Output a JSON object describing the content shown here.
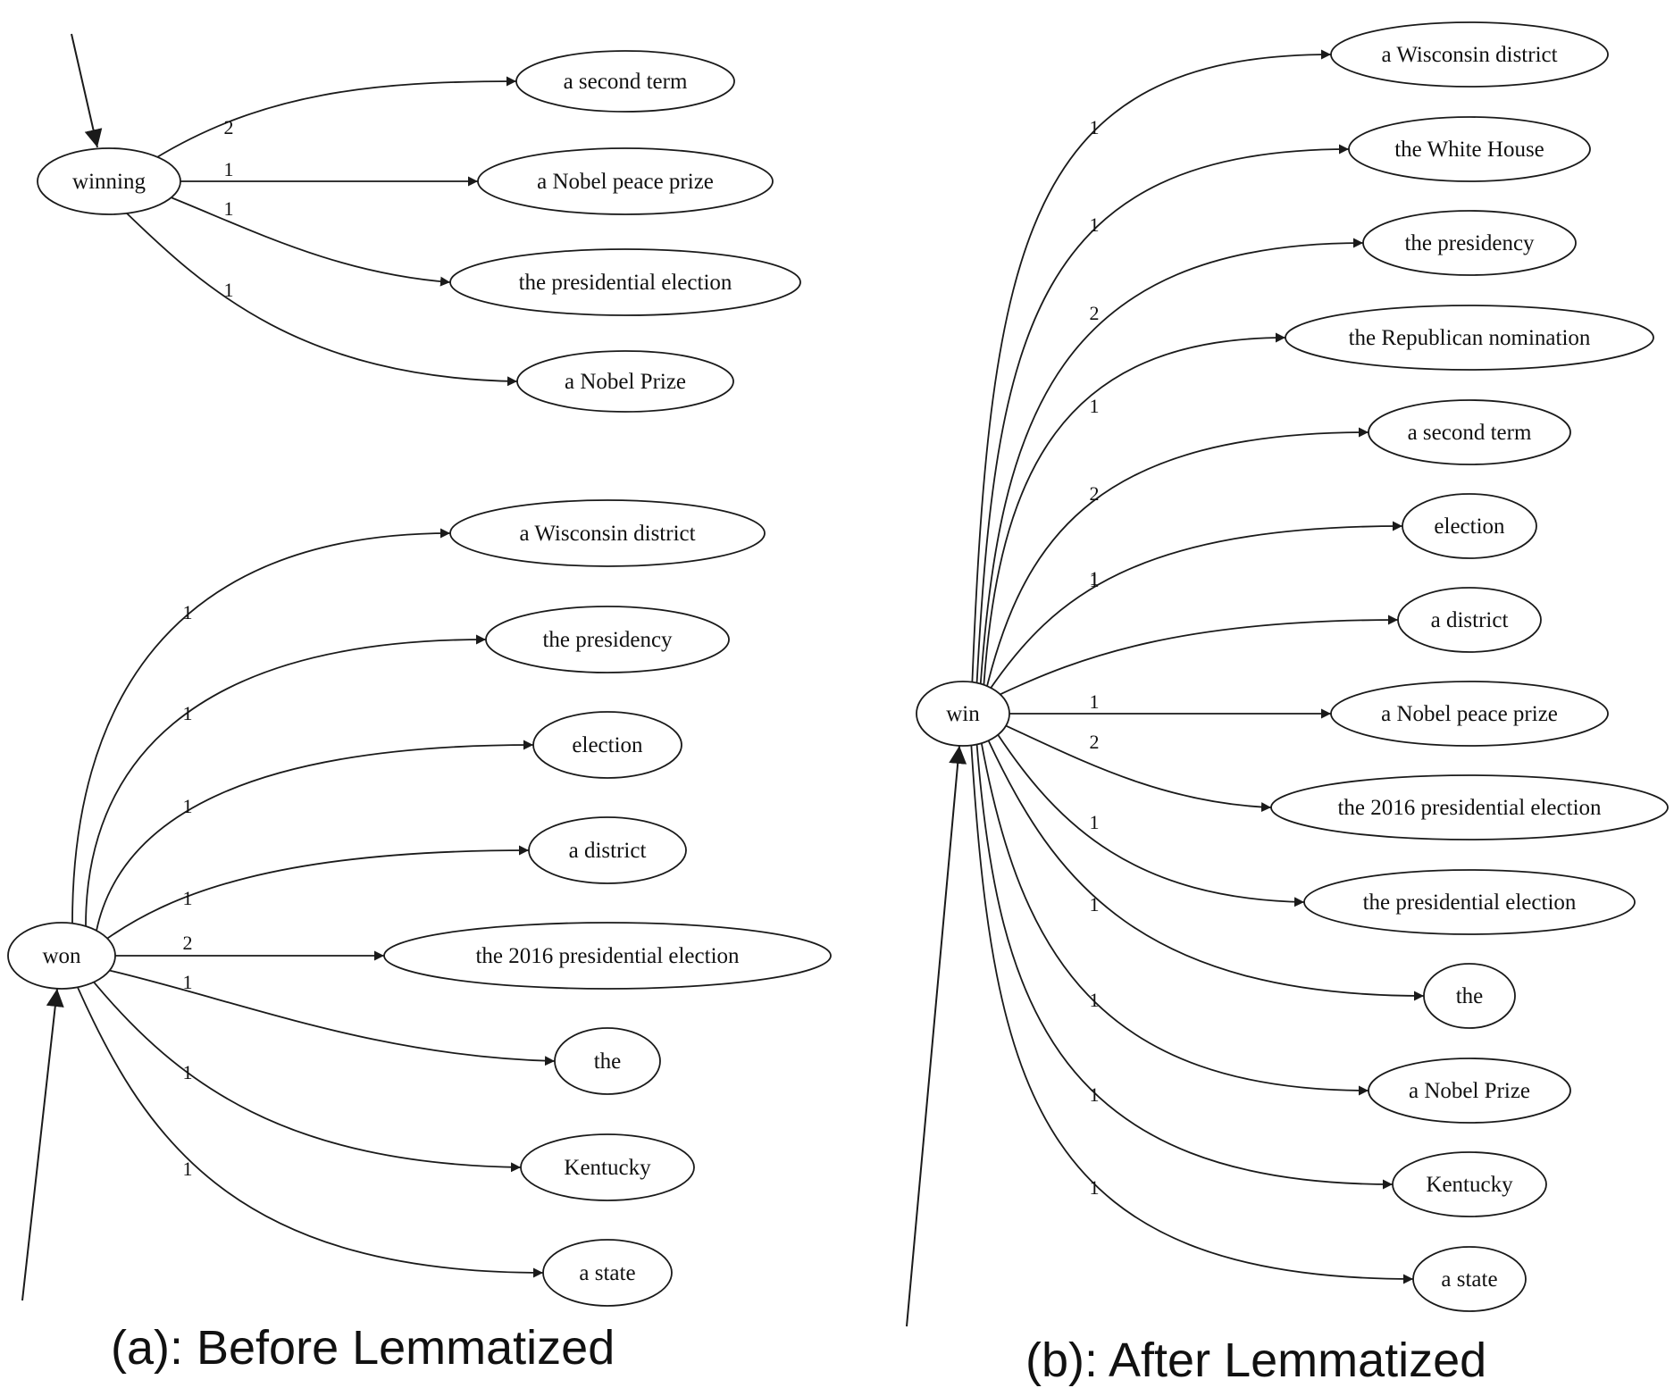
{
  "panels": [
    {
      "id": "a",
      "caption": "(a): Before Lemmatized",
      "graphs": [
        {
          "root": "winning",
          "targets": [
            {
              "label": "a second term",
              "weight": "2"
            },
            {
              "label": "a Nobel peace prize",
              "weight": "1"
            },
            {
              "label": "the presidential election",
              "weight": "1"
            },
            {
              "label": "a Nobel Prize",
              "weight": "1"
            }
          ]
        },
        {
          "root": "won",
          "targets": [
            {
              "label": "a Wisconsin district",
              "weight": "1"
            },
            {
              "label": "the presidency",
              "weight": "1"
            },
            {
              "label": "election",
              "weight": "1"
            },
            {
              "label": "a district",
              "weight": "1"
            },
            {
              "label": "the 2016 presidential election",
              "weight": "2"
            },
            {
              "label": "the",
              "weight": "1"
            },
            {
              "label": "Kentucky",
              "weight": "1"
            },
            {
              "label": "a state",
              "weight": "1"
            }
          ]
        }
      ]
    },
    {
      "id": "b",
      "caption": "(b): After Lemmatized",
      "graphs": [
        {
          "root": "win",
          "targets": [
            {
              "label": "a Wisconsin district",
              "weight": "1"
            },
            {
              "label": "the White House",
              "weight": "1"
            },
            {
              "label": "the presidency",
              "weight": "2"
            },
            {
              "label": "the Republican nomination",
              "weight": "1"
            },
            {
              "label": "a second term",
              "weight": "2"
            },
            {
              "label": "election",
              "weight": "1"
            },
            {
              "label": "a district",
              "weight": "1"
            },
            {
              "label": "a Nobel peace prize",
              "weight": "1"
            },
            {
              "label": "the 2016 presidential election",
              "weight": "2"
            },
            {
              "label": "the presidential election",
              "weight": "1"
            },
            {
              "label": "the",
              "weight": "1"
            },
            {
              "label": "a Nobel Prize",
              "weight": "1"
            },
            {
              "label": "Kentucky",
              "weight": "1"
            },
            {
              "label": "a state",
              "weight": "1"
            }
          ]
        }
      ]
    }
  ]
}
